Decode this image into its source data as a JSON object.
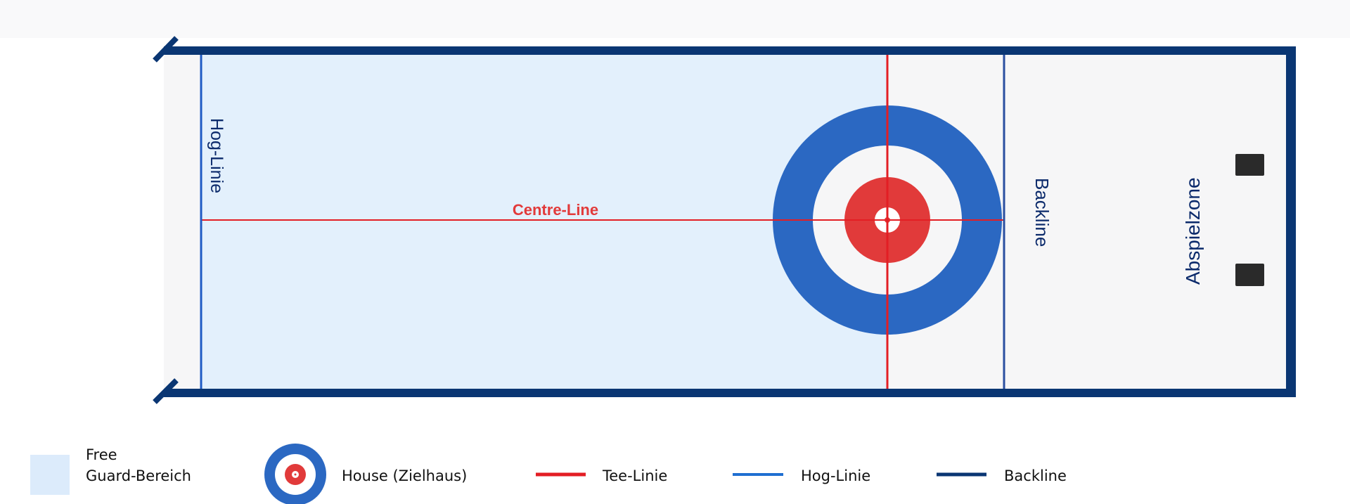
{
  "rink": {
    "hog_line_label": "Hog-Linie",
    "centre_line_label": "Centre-Line",
    "backline_label": "Backline",
    "delivery_zone_label": "Abspielzone"
  },
  "legend": {
    "free_guard_line1": "Free",
    "free_guard_line2": "Guard-Bereich",
    "house": "House (Zielhaus)",
    "tee_line": "Tee-Linie",
    "hog_line": "Hog-Linie",
    "backline": "Backline"
  },
  "colors": {
    "border": "#0a3673",
    "free_guard": "#e3f0fc",
    "ice": "#f6f6f7",
    "house_blue": "#2b68c2",
    "house_red": "#e13a3a",
    "tee_red": "#e31e24",
    "hog_blue": "#1f5bc4",
    "hack": "#2a2a2a"
  }
}
